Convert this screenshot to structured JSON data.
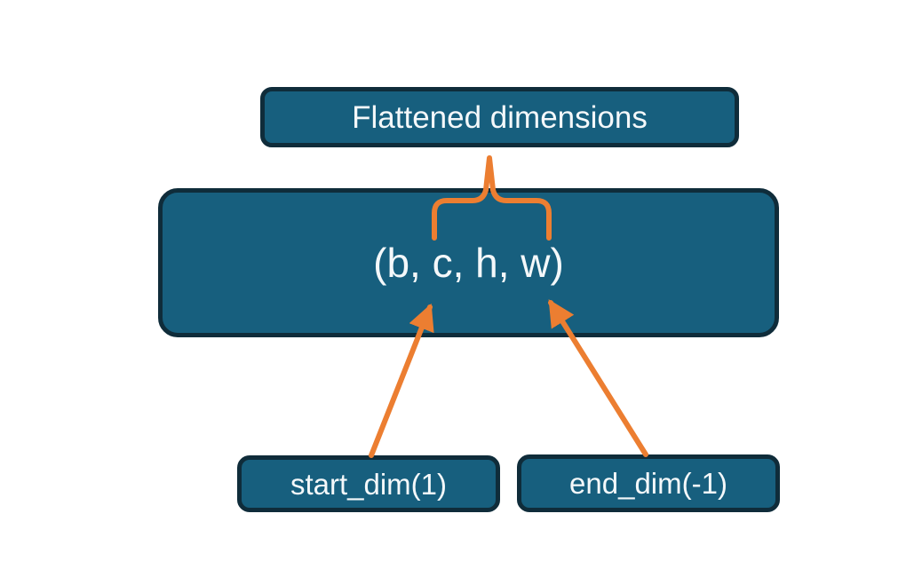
{
  "colors": {
    "box_fill": "#175f7e",
    "box_border": "#0f2c3a",
    "connector": "#ec7e31",
    "text": "#f4f8fa",
    "background": "#ffffff"
  },
  "diagram": {
    "top_box": {
      "label": "Flattened dimensions"
    },
    "tensor_box": {
      "label": "(b, c, h, w)"
    },
    "start_dim_box": {
      "label": "start_dim(1)"
    },
    "end_dim_box": {
      "label": "end_dim(-1)"
    }
  }
}
